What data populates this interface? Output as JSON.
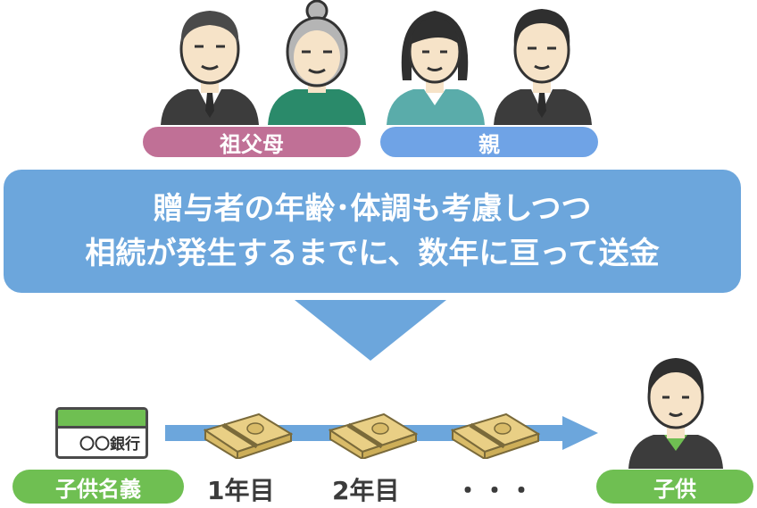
{
  "labels": {
    "grandparents": "祖父母",
    "parents": "親",
    "child_account": "子供名義",
    "child": "子供",
    "bank": "〇〇銀行"
  },
  "banner": {
    "line1": "贈与者の年齢･体調も考慮しつつ",
    "line2": "相続が発生するまでに、数年に亘って送金"
  },
  "steps": [
    "1年目",
    "2年目",
    "・・・"
  ],
  "colors": {
    "grandparents_pill": "#c07096",
    "parents_pill": "#6fa3e6",
    "banner": "#6ca6dc",
    "arrow": "#6ca6dc",
    "child_pill": "#6fbf52",
    "money": "#e9cf85"
  },
  "icons": [
    "elderly-man-icon",
    "elderly-woman-icon",
    "woman-icon",
    "man-icon",
    "bankbook-icon",
    "money-bundle-icon",
    "child-icon"
  ]
}
